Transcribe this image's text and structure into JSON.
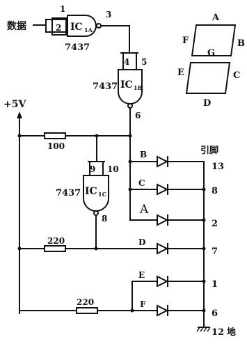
{
  "labels": {
    "data_input": "数据",
    "supply": "+5V",
    "pins_header": "引脚",
    "ground": "地"
  },
  "gates": {
    "ic1a": {
      "name": "IC",
      "sub": "1A",
      "part": "7437",
      "pin_in1": "1",
      "pin_in2": "2",
      "pin_out": "3"
    },
    "ic1b": {
      "name": "IC",
      "sub": "1B",
      "part": "7437",
      "pin_in1": "4",
      "pin_in2": "5",
      "pin_out": "6"
    },
    "ic1c": {
      "name": "IC",
      "sub": "1C",
      "part": "7437",
      "pin_in1": "9",
      "pin_in2": "10",
      "pin_out": "8"
    }
  },
  "resistors": [
    {
      "value": "100"
    },
    {
      "value": "220"
    },
    {
      "value": "220"
    }
  ],
  "segments": [
    "A",
    "B",
    "C",
    "D",
    "E",
    "F",
    "G"
  ],
  "diode_rows": [
    {
      "segment": "B",
      "pin": "13"
    },
    {
      "segment": "C",
      "pin": "8"
    },
    {
      "segment": "A",
      "pin": "2"
    },
    {
      "segment": "D",
      "pin": "7"
    },
    {
      "segment": "E",
      "pin": "1"
    },
    {
      "segment": "F",
      "pin": "6"
    }
  ],
  "ground_pin": "12"
}
